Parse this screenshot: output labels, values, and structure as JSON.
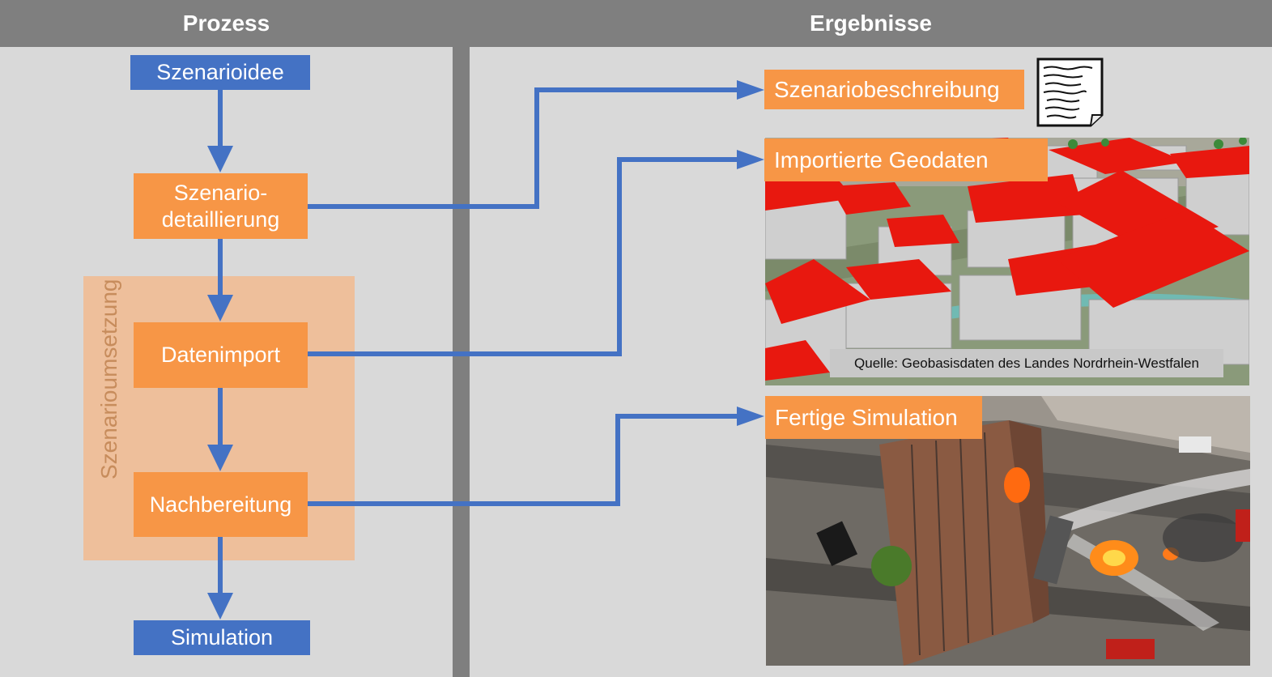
{
  "headers": {
    "left": "Prozess",
    "right": "Ergebnisse"
  },
  "process": {
    "group_label": "Szenarioumsetzung",
    "steps": [
      {
        "label": "Szenarioidee",
        "kind": "blue"
      },
      {
        "label": "Szenario-\ndetaillierung",
        "kind": "orange"
      },
      {
        "label": "Datenimport",
        "kind": "orange"
      },
      {
        "label": "Nachbereitung",
        "kind": "orange"
      },
      {
        "label": "Simulation",
        "kind": "blue"
      }
    ]
  },
  "results": {
    "items": [
      {
        "label": "Szenariobeschreibung"
      },
      {
        "label": "Importierte Geodaten",
        "caption": "Quelle: Geobasisdaten des Landes Nordrhein-Westfalen"
      },
      {
        "label": "Fertige Simulation"
      }
    ]
  },
  "colors": {
    "process_blue": "#4472c4",
    "process_orange": "#f79646",
    "header_gray": "#7f7f7f",
    "background": "#d9d9d9",
    "group_fill": "#eebf9b",
    "arrow": "#4472c4"
  },
  "icons": [
    "document-icon",
    "city-3d-render-image",
    "fire-simulation-image"
  ]
}
